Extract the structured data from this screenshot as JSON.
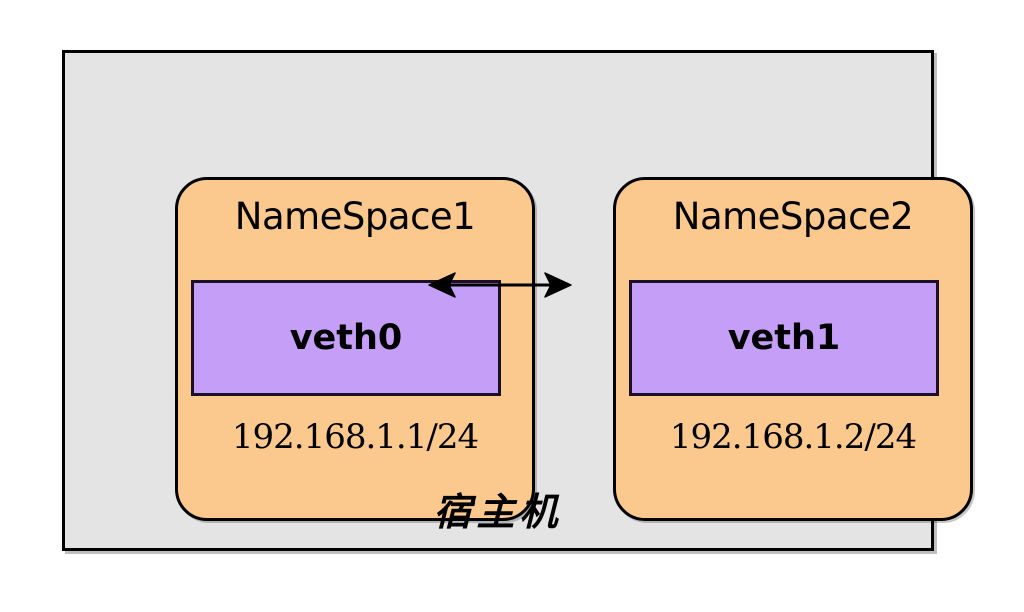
{
  "diagram": {
    "type": "network-namespace-veth-pair",
    "host": {
      "caption": "宿主机",
      "fill_color": "#e4e4e4",
      "border_color": "#000000"
    },
    "connector": {
      "name": "veth-pair-link",
      "style": "double-headed-arrow",
      "color": "#000000",
      "from": "veth0",
      "to": "veth1"
    },
    "namespaces": [
      {
        "title": "NameSpace1",
        "device": "veth0",
        "ip": "192.168.1.1/24",
        "fill_color": "#fbc98e",
        "device_fill_color": "#c59ef7"
      },
      {
        "title": "NameSpace2",
        "device": "veth1",
        "ip": "192.168.1.2/24",
        "fill_color": "#fbc98e",
        "device_fill_color": "#c59ef7"
      }
    ]
  }
}
